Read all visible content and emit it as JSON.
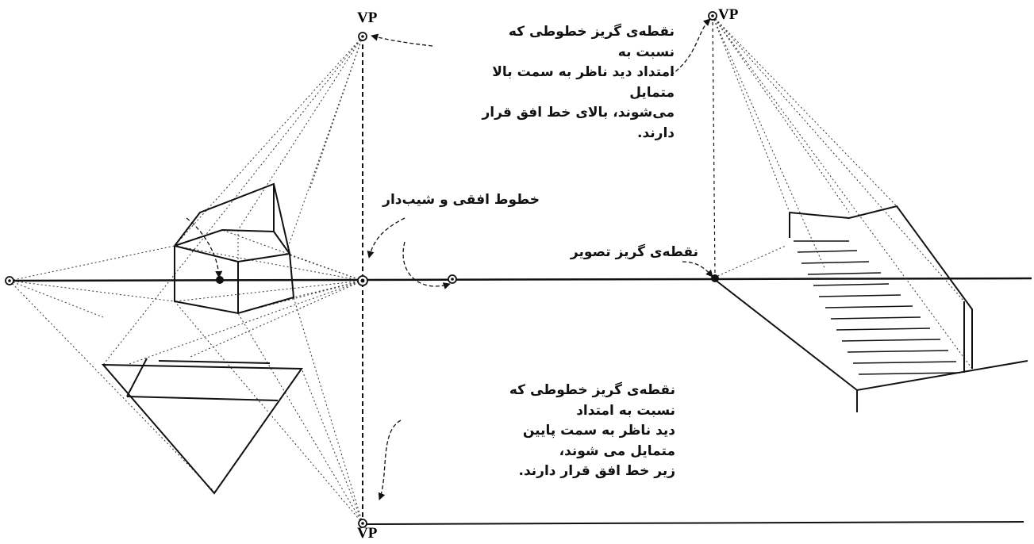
{
  "vanishing_point_label": "VP",
  "annotations": {
    "upward_vp": "نقطه‌ی گریز خطوطی که نسبت به\nامتداد دید ناظر به سمت بالا متمایل\nمی‌شوند، بالای خط افق قرار دارند.",
    "sloped_lines": "خطوط افقی و شیب‌دار",
    "picture_vp": "نقطه‌ی گریز تصویر",
    "downward_vp": "نقطه‌ی گریز خطوطی که نسبت به امتداد\nدید ناظر به سمت پایین متمایل می شوند،\nزیر خط افق قرار دارند."
  },
  "colors": {
    "ink": "#111111",
    "background": "#ffffff"
  }
}
